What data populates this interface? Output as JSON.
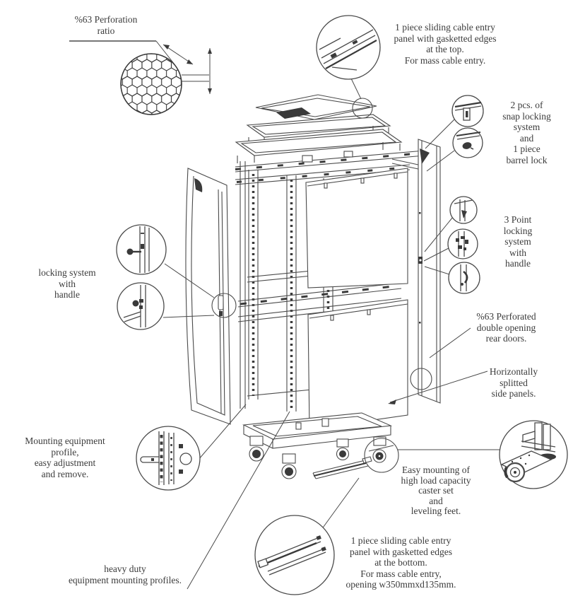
{
  "diagram": {
    "subject": "rack cabinet exploded technical diagram",
    "background": "#ffffff",
    "line_color": "#4a4a4a",
    "dark_fill": "#3a3a3a",
    "text_color": "#3b3b3b"
  },
  "labels": {
    "perforation_ratio": {
      "lines": [
        "%63 Perforation",
        "ratio"
      ]
    },
    "top_cable_entry": {
      "lines": [
        "1 piece sliding cable entry",
        "panel with gasketted edges",
        "at the top.",
        "For mass cable entry."
      ]
    },
    "snap_locking": {
      "lines": [
        "2 pcs. of",
        "snap locking",
        "system",
        "and",
        "1 piece",
        "barrel lock"
      ]
    },
    "three_point_locking": {
      "lines": [
        "3 Point",
        "locking",
        "system",
        "with",
        "handle"
      ]
    },
    "rear_doors": {
      "lines": [
        "%63 Perforated",
        "double opening",
        "rear doors."
      ]
    },
    "side_panels": {
      "lines": [
        "Horizontally",
        "splitted",
        "side panels."
      ]
    },
    "locking_system": {
      "lines": [
        "locking system",
        "with",
        "handle"
      ]
    },
    "mounting_profile": {
      "lines": [
        "Mounting equipment",
        "profile,",
        "easy adjustment",
        "and remove."
      ]
    },
    "heavy_duty": {
      "lines": [
        "heavy duty",
        "equipment mounting profiles."
      ]
    },
    "caster_set": {
      "lines": [
        "Easy mounting of",
        "high load capacity",
        "caster set",
        "and",
        "leveling feet."
      ]
    },
    "bottom_cable_entry": {
      "lines": [
        "1 piece sliding cable entry",
        "panel with gasketted edges",
        "at the bottom.",
        "For mass cable entry,",
        "opening w350mmxd135mm."
      ]
    }
  }
}
